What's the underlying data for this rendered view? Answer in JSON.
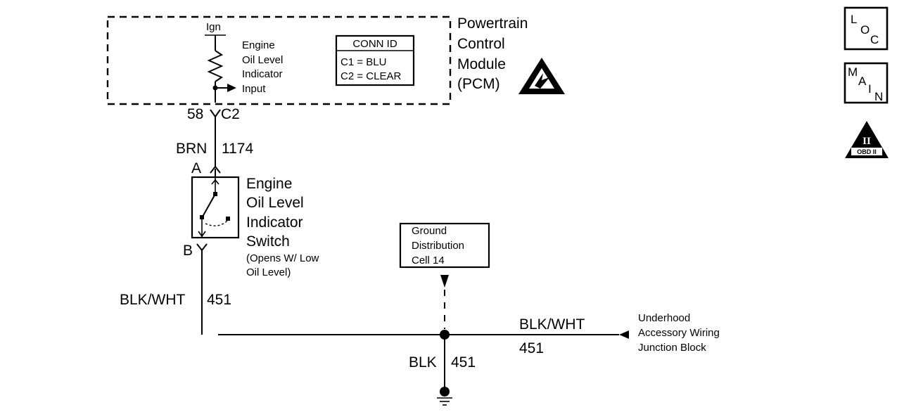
{
  "pcm": {
    "ign_label": "Ign",
    "input_label_lines": [
      "Engine",
      "Oil Level",
      "Indicator",
      "Input"
    ],
    "conn_id": {
      "header": "CONN ID",
      "c1": "C1 = BLU",
      "c2": "C2 = CLEAR"
    },
    "module_name_lines": [
      "Powertrain",
      "Control",
      "Module",
      "(PCM)"
    ],
    "pin_number": "58",
    "connector": "C2"
  },
  "wires": {
    "brn": {
      "color": "BRN",
      "circuit": "1174"
    },
    "blk_wht_vertical": {
      "color": "BLK/WHT",
      "circuit": "451"
    },
    "blk_wht_horizontal": {
      "color": "BLK/WHT",
      "circuit": "451"
    },
    "blk": {
      "color": "BLK",
      "circuit": "451"
    }
  },
  "switch": {
    "terminal_a": "A",
    "terminal_b": "B",
    "name_lines": [
      "Engine",
      "Oil Level",
      "Indicator",
      "Switch"
    ],
    "note_lines": [
      "(Opens W/ Low",
      "Oil Level)"
    ]
  },
  "ground_distribution": {
    "lines": [
      "Ground",
      "Distribution",
      "Cell 14"
    ]
  },
  "junction_block": {
    "lines": [
      "Underhood",
      "Accessory Wiring",
      "Junction Block"
    ]
  },
  "nav_icons": {
    "loc": {
      "chars": [
        "L",
        "O",
        "C"
      ]
    },
    "main": {
      "chars": [
        "M",
        "A",
        "I",
        "N"
      ]
    },
    "obd": {
      "roman": "II",
      "caption": "OBD II"
    }
  },
  "colors": {
    "ink": "#000000",
    "paper": "#ffffff"
  }
}
